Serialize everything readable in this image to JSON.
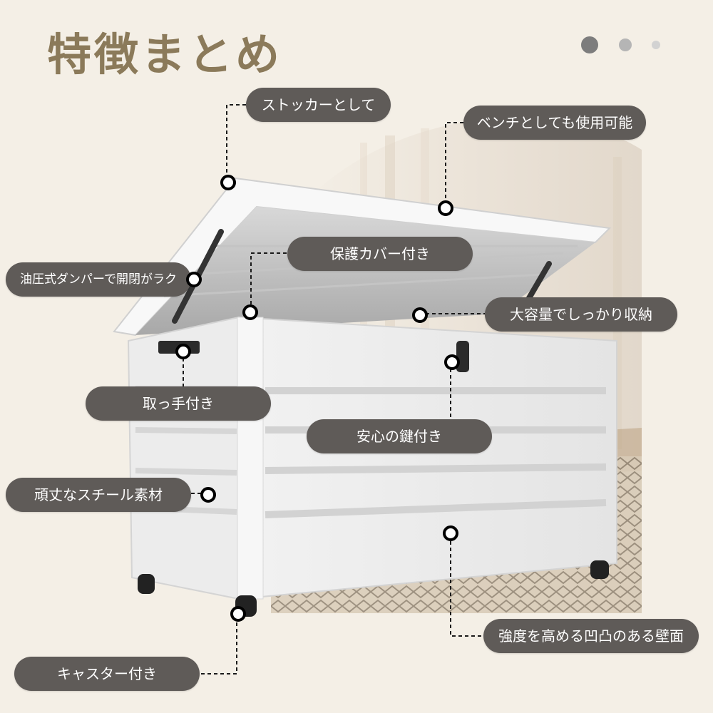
{
  "title": "特徴まとめ",
  "carousel": {
    "dot_colors": [
      "#7d7d7d",
      "#b5b5b5",
      "#d2d2d2"
    ]
  },
  "callouts": {
    "stocker": "ストッカーとして",
    "bench": "ベンチとしても使用可能",
    "cover": "保護カバー付き",
    "damper": "油圧式ダンパーで開閉がラク",
    "capacity": "大容量でしっかり収納",
    "handle": "取っ手付き",
    "lock": "安心の鍵付き",
    "steel": "頑丈なスチール素材",
    "wall": "強度を高める凹凸のある壁面",
    "caster": "キャスター付き"
  },
  "colors": {
    "background": "#f4efe6",
    "title": "#8b7a5a",
    "callout_fill": "#5f5b58",
    "callout_text": "#ffffff"
  }
}
